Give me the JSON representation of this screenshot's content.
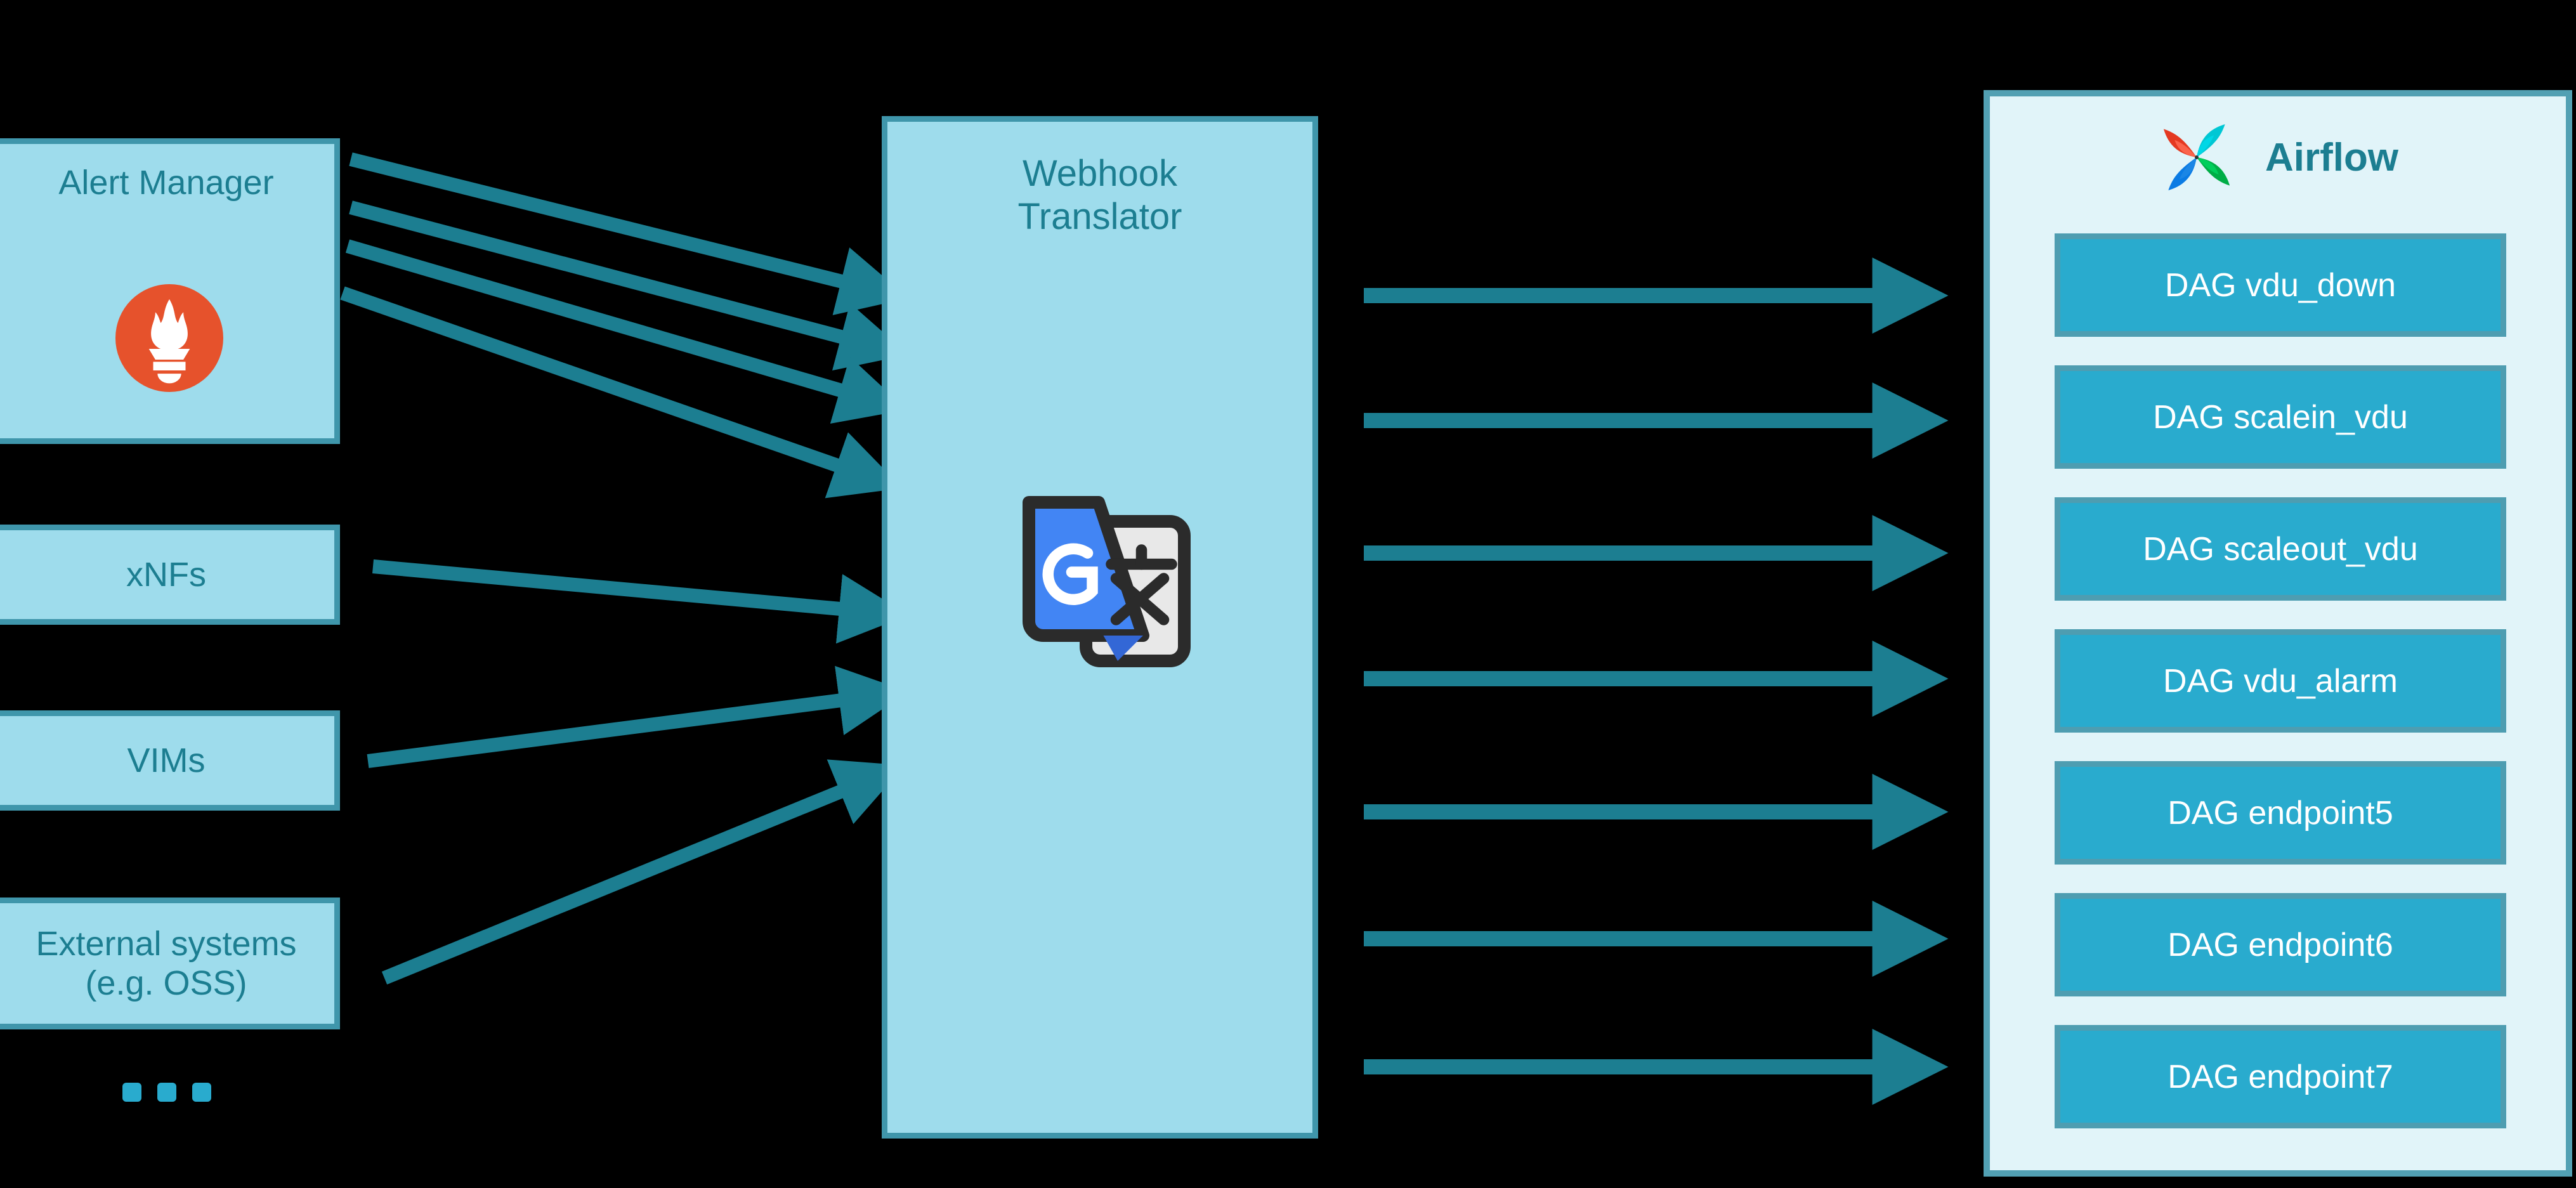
{
  "diagram": {
    "title": "Webhook Translator alert routing to Airflow DAGs",
    "background_color": "#000000",
    "accent_color": "#1C7E91",
    "box_fill": "#9EDCEC",
    "box_border": "#3F96AB",
    "arrow_color": "#1C7E91"
  },
  "sources": {
    "alert_manager": {
      "label": "Alert Manager",
      "icon": "prometheus-torch-icon",
      "icon_color": "#E6522C"
    },
    "xnfs": {
      "label": "xNFs"
    },
    "vims": {
      "label": "VIMs"
    },
    "external": {
      "label": "External systems\n(e.g. OSS)"
    },
    "ellipsis": "•••"
  },
  "translator": {
    "title": "Webhook\nTranslator",
    "icon": "google-translate-icon",
    "icon_colors": {
      "blue": "#4285F4",
      "grey": "#E8E8E8",
      "outline": "#2B2B2B"
    }
  },
  "airflow": {
    "title": "Airflow",
    "logo": "airflow-pinwheel-logo",
    "panel_fill": "#E1F4F9",
    "dag_fill": "#29ABCE",
    "dag_border": "#4E9DB1",
    "dags": [
      {
        "label": "DAG vdu_down"
      },
      {
        "label": "DAG scalein_vdu"
      },
      {
        "label": "DAG scaleout_vdu"
      },
      {
        "label": "DAG vdu_alarm"
      },
      {
        "label": "DAG endpoint5"
      },
      {
        "label": "DAG endpoint6"
      },
      {
        "label": "DAG endpoint7"
      }
    ]
  },
  "connections": {
    "inbound_count": 7,
    "outbound_count": 7,
    "inbound_from": [
      "Alert Manager",
      "Alert Manager",
      "Alert Manager",
      "Alert Manager",
      "xNFs",
      "VIMs",
      "External systems (e.g. OSS)"
    ],
    "outbound_to": [
      "DAG vdu_down",
      "DAG scalein_vdu",
      "DAG scaleout_vdu",
      "DAG vdu_alarm",
      "DAG endpoint5",
      "DAG endpoint6",
      "DAG endpoint7"
    ]
  }
}
